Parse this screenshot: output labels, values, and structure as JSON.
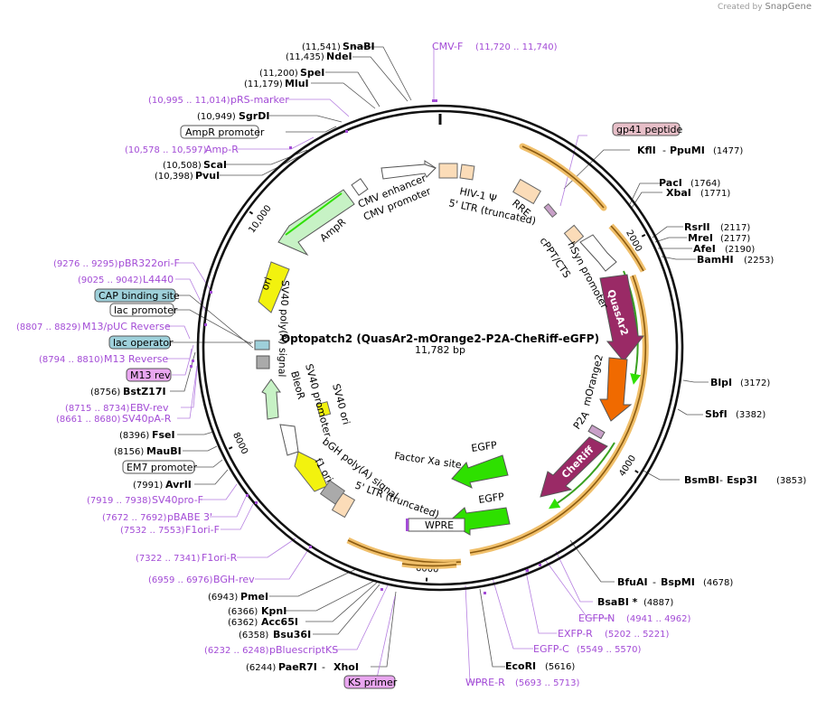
{
  "brand": {
    "created_by": "Created by",
    "name": "SnapGene"
  },
  "map": {
    "title": "Optopatch2 (QuasAr2-mOrange2-P2A-CheRiff-eGFP)",
    "length_label": "11,782 bp",
    "total_bp": 11782,
    "ticks": [
      {
        "bp": 0,
        "label": ""
      },
      {
        "bp": 2000,
        "label": "2000"
      },
      {
        "bp": 4000,
        "label": "4000"
      },
      {
        "bp": 6000,
        "label": "6000"
      },
      {
        "bp": 8000,
        "label": "8000"
      },
      {
        "bp": 10000,
        "label": "10,000"
      }
    ]
  },
  "enzymes": [
    {
      "name": "SnaBI",
      "coord": "(11,541)"
    },
    {
      "name": "NdeI",
      "coord": "(11,435)"
    },
    {
      "name": "SpeI",
      "coord": "(11,200)"
    },
    {
      "name": "MluI",
      "coord": "(11,179)"
    },
    {
      "name": "SgrDI",
      "coord": "(10,949)"
    },
    {
      "name": "ScaI",
      "coord": "(10,508)"
    },
    {
      "name": "PvuI",
      "coord": "(10,398)"
    },
    {
      "name": "KflI",
      "coord": "(1477)",
      "pair": "PpuMI"
    },
    {
      "name": "PacI",
      "coord": "(1764)"
    },
    {
      "name": "XbaI",
      "coord": "(1771)"
    },
    {
      "name": "RsrII",
      "coord": "(2117)"
    },
    {
      "name": "MreI",
      "coord": "(2177)"
    },
    {
      "name": "AfeI",
      "coord": "(2190)"
    },
    {
      "name": "BamHI",
      "coord": "(2253)"
    },
    {
      "name": "BlpI",
      "coord": "(3172)"
    },
    {
      "name": "SbfI",
      "coord": "(3382)"
    },
    {
      "name": "BsmBI",
      "coord": "(3853)",
      "pair": "Esp3I"
    },
    {
      "name": "BfuAI",
      "coord": "(4678)",
      "pair": "BspMI"
    },
    {
      "name": "BsaBI *",
      "coord": "(4887)"
    },
    {
      "name": "EcoRI",
      "coord": "(5616)"
    },
    {
      "name": "PaeR7I",
      "coord": "(6244)",
      "pair": "XhoI"
    },
    {
      "name": "Bsu36I",
      "coord": "(6358)"
    },
    {
      "name": "Acc65I",
      "coord": "(6362)"
    },
    {
      "name": "KpnI",
      "coord": "(6366)"
    },
    {
      "name": "PmeI",
      "coord": "(6943)"
    },
    {
      "name": "AvrII",
      "coord": "(7991)"
    },
    {
      "name": "MauBI",
      "coord": "(8156)"
    },
    {
      "name": "FseI",
      "coord": "(8396)"
    },
    {
      "name": "BstZ17I",
      "coord": "(8756)"
    }
  ],
  "primers": [
    {
      "name": "CMV-F",
      "coord": "(11,720 .. 11,740)"
    },
    {
      "name": "pRS-marker",
      "coord": "(10,995 .. 11,014)"
    },
    {
      "name": "Amp-R",
      "coord": "(10,578 .. 10,597)"
    },
    {
      "name": "pBR322ori-F",
      "coord": "(9276 .. 9295)"
    },
    {
      "name": "L4440",
      "coord": "(9025 .. 9042)"
    },
    {
      "name": "M13/pUC Reverse",
      "coord": "(8807 .. 8829)"
    },
    {
      "name": "M13 Reverse",
      "coord": "(8794 .. 8810)"
    },
    {
      "name": "EBV-rev",
      "coord": "(8715 .. 8734)"
    },
    {
      "name": "SV40pA-R",
      "coord": "(8661 .. 8680)"
    },
    {
      "name": "SV40pro-F",
      "coord": "(7919 .. 7938)"
    },
    {
      "name": "pBABE 3'",
      "coord": "(7672 .. 7692)"
    },
    {
      "name": "F1ori-F",
      "coord": "(7532 .. 7553)"
    },
    {
      "name": "F1ori-R",
      "coord": "(7322 .. 7341)"
    },
    {
      "name": "BGH-rev",
      "coord": "(6959 .. 6976)"
    },
    {
      "name": "pBluescriptKS",
      "coord": "(6232 .. 6248)"
    },
    {
      "name": "WPRE-R",
      "coord": "(5693 .. 5713)"
    },
    {
      "name": "EGFP-C",
      "coord": "(5549 .. 5570)"
    },
    {
      "name": "EXFP-R",
      "coord": "(5202 .. 5221)"
    },
    {
      "name": "EGFP-N",
      "coord": "(4941 .. 4962)"
    }
  ],
  "boxed_labels": [
    {
      "name": "AmpR promoter",
      "color": "#ffffff"
    },
    {
      "name": "CAP binding site",
      "color": "#9ed0da"
    },
    {
      "name": "lac promoter",
      "color": "#ffffff"
    },
    {
      "name": "lac operator",
      "color": "#9ed0da"
    },
    {
      "name": "M13 rev",
      "color": "#e9a6f0"
    },
    {
      "name": "EM7 promoter",
      "color": "#ffffff"
    },
    {
      "name": "KS primer",
      "color": "#e9a6f0"
    },
    {
      "name": "gp41 peptide",
      "color": "#e7bfc8"
    }
  ],
  "features": [
    {
      "name": "CMV enhancer",
      "type": "enhancer"
    },
    {
      "name": "CMV promoter",
      "type": "promoter"
    },
    {
      "name": "HIV-1 Ψ",
      "type": "misc"
    },
    {
      "name": "5' LTR (truncated)",
      "type": "ltr"
    },
    {
      "name": "RRE",
      "type": "misc"
    },
    {
      "name": "cPPT/CTS",
      "type": "misc"
    },
    {
      "name": "hSyn promoter",
      "type": "promoter"
    },
    {
      "name": "QuasAr2",
      "type": "cds"
    },
    {
      "name": "mOrange2",
      "type": "cds"
    },
    {
      "name": "P2A",
      "type": "misc"
    },
    {
      "name": "CheRiff",
      "type": "cds"
    },
    {
      "name": "EGFP",
      "type": "cds"
    },
    {
      "name": "EGFP",
      "type": "cds"
    },
    {
      "name": "Factor Xa site",
      "type": "site"
    },
    {
      "name": "WPRE",
      "type": "misc"
    },
    {
      "name": "bGH poly(A) signal",
      "type": "polyA"
    },
    {
      "name": "5' LTR (truncated)",
      "type": "ltr"
    },
    {
      "name": "f1 ori",
      "type": "ori"
    },
    {
      "name": "SV40 ori",
      "type": "ori"
    },
    {
      "name": "SV40 promoter",
      "type": "promoter"
    },
    {
      "name": "BleoR",
      "type": "cds"
    },
    {
      "name": "SV40 poly(A) signal",
      "type": "polyA"
    },
    {
      "name": "ori",
      "type": "ori"
    },
    {
      "name": "AmpR",
      "type": "cds"
    }
  ],
  "colors": {
    "enzyme_text": "#000000",
    "primer_text": "#a34cd6",
    "feature_orange_outline": "#d99a33",
    "cds_purple": "#9a2a66",
    "cds_orange": "#f06a00",
    "cds_green": "#2ee000",
    "ori_yellow": "#f2f20e",
    "ltr_peach": "#fbdcb8",
    "ampr_green": "#c7f2c5"
  }
}
